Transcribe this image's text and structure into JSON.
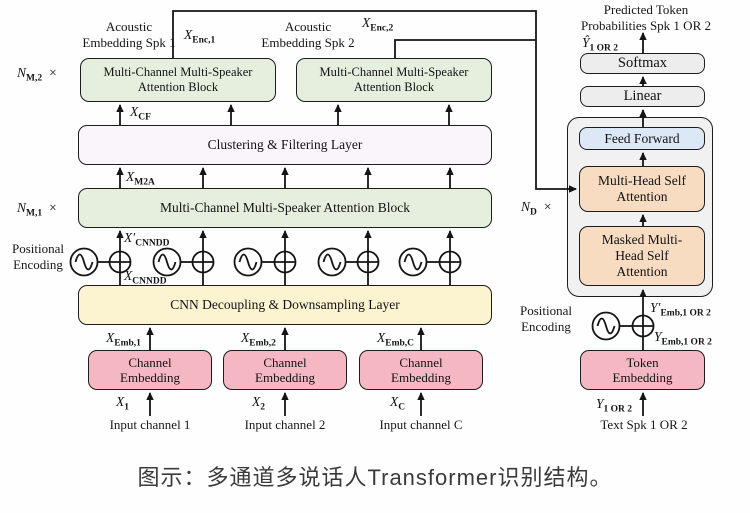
{
  "caption": "图示：多通道多说话人Transformer识别结构。",
  "colors": {
    "attention_block_green": "#e6efdd",
    "clustering_lavender": "#f9f5fb",
    "cnn_yellow": "#fcf3d0",
    "embedding_pink": "#f5b8c3",
    "self_attention_peach": "#f8dcc2",
    "feed_forward_blue": "#dce8f5",
    "softmax_linear_gray": "#ededee",
    "decoder_container_gray": "#f1f1f2",
    "line_black": "#141414"
  },
  "labels": {
    "acoustic_spk1": [
      "Acoustic",
      "Embedding Spk 1"
    ],
    "acoustic_spk2": [
      "Acoustic",
      "Embedding Spk 2"
    ],
    "predicted": [
      "Predicted Token",
      "Probabilities Spk 1 OR 2"
    ],
    "positional_encoding": [
      "Positional",
      "Encoding"
    ],
    "input_channels": [
      "Input channel 1",
      "Input channel 2",
      "Input channel C"
    ],
    "text_spk": "Text Spk 1 OR 2"
  },
  "boxes": {
    "mcms_block": "Multi-Channel Multi-Speaker Attention Block",
    "clustering": "Clustering & Filtering Layer",
    "cnn": "CNN Decoupling & Downsampling Layer",
    "channel_embedding": "Channel Embedding",
    "token_embedding": "Token Embedding",
    "softmax": "Softmax",
    "linear": "Linear",
    "feed_forward": "Feed Forward",
    "mhsa": "Multi-Head Self Attention",
    "masked_mhsa": "Masked Multi-Head Self Attention"
  },
  "math": {
    "x_enc_1": {
      "base": "X",
      "sub": "Enc,1"
    },
    "x_enc_2": {
      "base": "X",
      "sub": "Enc,2"
    },
    "n_m2": {
      "base": "N",
      "sub": "M,2",
      "times": "×"
    },
    "n_m1": {
      "base": "N",
      "sub": "M,1",
      "times": "×"
    },
    "n_d": {
      "base": "N",
      "sub": "D",
      "times": "×"
    },
    "x_cf": {
      "base": "X",
      "sub": "CF"
    },
    "x_m2a": {
      "base": "X",
      "sub": "M2A"
    },
    "x_cnndd_prime": {
      "base": "X′",
      "sub": "CNNDD"
    },
    "x_cnndd": {
      "base": "X",
      "sub": "CNNDD"
    },
    "x_emb_1": {
      "base": "X",
      "sub": "Emb,1"
    },
    "x_emb_2": {
      "base": "X",
      "sub": "Emb,2"
    },
    "x_emb_c": {
      "base": "X",
      "sub": "Emb,C"
    },
    "x_1": {
      "base": "X",
      "sub": "1"
    },
    "x_2": {
      "base": "X",
      "sub": "2"
    },
    "x_c": {
      "base": "X",
      "sub": "C"
    },
    "y_hat": {
      "base": "Ŷ",
      "sub": "1 OR 2"
    },
    "y_emb_prime": {
      "base": "Y′",
      "sub": "Emb,1 OR 2"
    },
    "y_emb": {
      "base": "Y",
      "sub": "Emb,1 OR 2"
    },
    "y_1or2": {
      "base": "Y",
      "sub": "1 OR 2"
    }
  }
}
